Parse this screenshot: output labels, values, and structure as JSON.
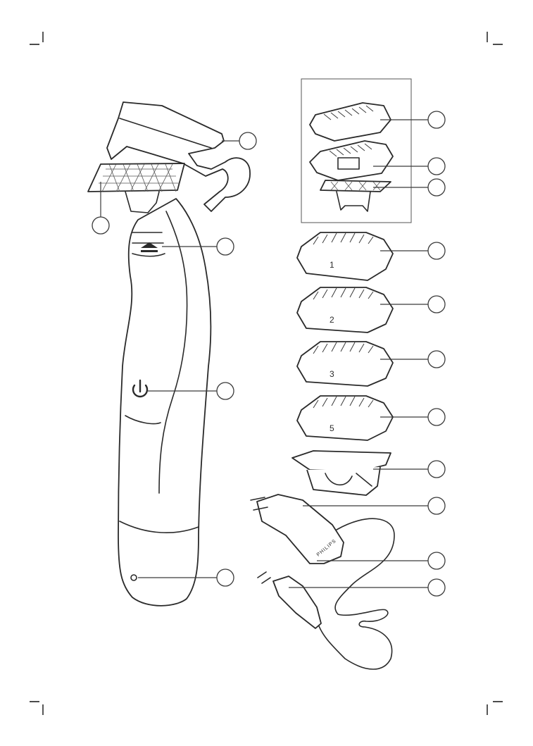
{
  "figure": {
    "comb_labels": [
      "1",
      "2",
      "3",
      "5"
    ],
    "charger_brand": "PHILIPS",
    "callouts": [
      {
        "id": "blade-guard"
      },
      {
        "id": "blade"
      },
      {
        "id": "release-button"
      },
      {
        "id": "power-button"
      },
      {
        "id": "charging-light"
      },
      {
        "id": "stubble-comb-top"
      },
      {
        "id": "stubble-comb-base"
      },
      {
        "id": "stubble-blade"
      },
      {
        "id": "comb-1"
      },
      {
        "id": "comb-2"
      },
      {
        "id": "comb-3"
      },
      {
        "id": "comb-5"
      },
      {
        "id": "skin-guard"
      },
      {
        "id": "adapter"
      },
      {
        "id": "adapter-plug"
      },
      {
        "id": "small-plug"
      }
    ]
  }
}
